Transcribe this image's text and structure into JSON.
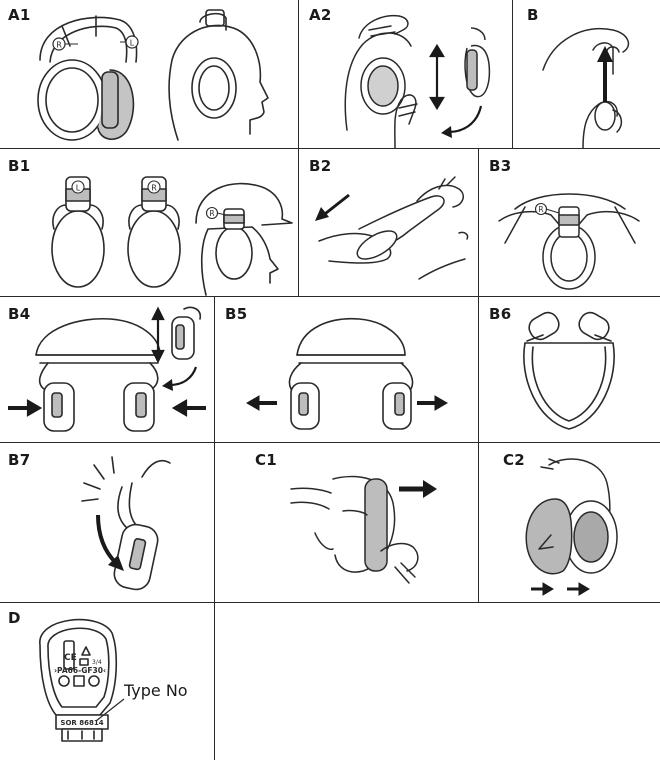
{
  "panels": [
    {
      "id": "A1",
      "label": "A1",
      "earcup_marks": [
        "R",
        "L"
      ]
    },
    {
      "id": "A2",
      "label": "A2"
    },
    {
      "id": "B",
      "label": "B"
    },
    {
      "id": "B1",
      "label": "B1",
      "earcup_marks": [
        "L",
        "R",
        "R"
      ]
    },
    {
      "id": "B2",
      "label": "B2"
    },
    {
      "id": "B3",
      "label": "B3",
      "earcup_marks": [
        "R"
      ]
    },
    {
      "id": "B4",
      "label": "B4"
    },
    {
      "id": "B5",
      "label": "B5"
    },
    {
      "id": "B6",
      "label": "B6"
    },
    {
      "id": "B7",
      "label": "B7"
    },
    {
      "id": "C1",
      "label": "C1"
    },
    {
      "id": "C2",
      "label": "C2"
    },
    {
      "id": "D",
      "label": "D"
    }
  ],
  "marking": {
    "ce": "CE",
    "size": "3/4",
    "material": "›PA66-GF30‹",
    "type_code": "SOR 86814",
    "callout": "Type No"
  },
  "colors": {
    "line": "#2a2a2a",
    "cup_fill": "#bdbdbd",
    "pad_fill": "#a9a9a9",
    "arrow": "#1a1a1a"
  }
}
